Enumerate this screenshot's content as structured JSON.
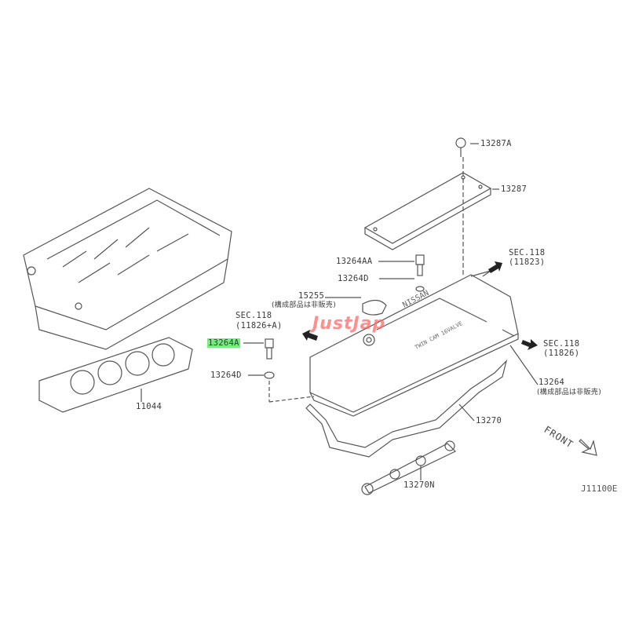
{
  "diagram": {
    "watermark": "JustJap",
    "reference_code": "J11100E",
    "direction_label": "FRONT",
    "colors": {
      "highlight": "#6ef07a",
      "line": "#555555",
      "watermark": "#ff6a6a"
    },
    "parts": {
      "p13287A": "13287A",
      "p13287": "13287",
      "p13264AA": "13264AA",
      "p13264D_top": "13264D",
      "p15255": "15255",
      "p15255_note": "(構成部品は非販売)",
      "sec_left": "SEC.118",
      "sec_left_ref": "(11826+A)",
      "p13264A": "13264A",
      "p13264D_left": "13264D",
      "p11044": "11044",
      "sec_top_right": "SEC.118",
      "sec_top_right_ref": "(11823)",
      "sec_right": "SEC.118",
      "sec_right_ref": "(11826)",
      "p13264": "13264",
      "p13264_note": "(構成部品は非販売)",
      "p13270": "13270",
      "p13270N": "13270N"
    },
    "highlighted_part": "13264A"
  }
}
